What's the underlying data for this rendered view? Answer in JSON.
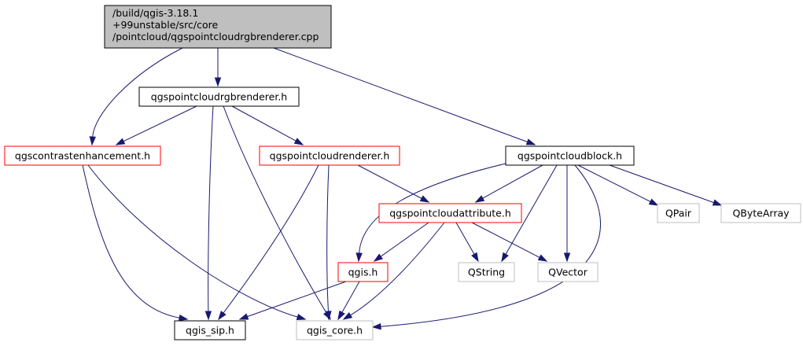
{
  "graph": {
    "title_lines": [
      "/build/qgis-3.18.1",
      "+99unstable/src/core",
      "/pointcloud/qgspointcloudrgbrenderer.cpp"
    ],
    "colors": {
      "edge": "#191970",
      "root_fill": "#bfbfbf",
      "root_stroke": "#000000",
      "normal_stroke": "#000000",
      "red_stroke": "#ff0000",
      "grey_stroke": "#bfbfbf",
      "background": "#ffffff"
    },
    "nodes": [
      {
        "id": "root",
        "style": "root",
        "lines": [
          "/build/qgis-3.18.1",
          "+99unstable/src/core",
          "/pointcloud/qgspointcloudrgbrenderer.cpp"
        ]
      },
      {
        "id": "rgbrenderer",
        "style": "normal",
        "lines": [
          "qgspointcloudrgbrenderer.h"
        ]
      },
      {
        "id": "contrast",
        "style": "red",
        "lines": [
          "qgscontrastenhancement.h"
        ]
      },
      {
        "id": "renderer",
        "style": "red",
        "lines": [
          "qgspointcloudrenderer.h"
        ]
      },
      {
        "id": "block",
        "style": "normal",
        "lines": [
          "qgspointcloudblock.h"
        ]
      },
      {
        "id": "attribute",
        "style": "red",
        "lines": [
          "qgspointcloudattribute.h"
        ]
      },
      {
        "id": "qgis",
        "style": "red",
        "lines": [
          "qgis.h"
        ]
      },
      {
        "id": "qpair",
        "style": "grey",
        "lines": [
          "QPair"
        ]
      },
      {
        "id": "qbytearray",
        "style": "grey",
        "lines": [
          "QByteArray"
        ]
      },
      {
        "id": "qstring",
        "style": "grey",
        "lines": [
          "QString"
        ]
      },
      {
        "id": "qvector",
        "style": "grey",
        "lines": [
          "QVector"
        ]
      },
      {
        "id": "qgis_sip",
        "style": "normal",
        "lines": [
          "qgis_sip.h"
        ]
      },
      {
        "id": "qgis_core",
        "style": "grey",
        "lines": [
          "qgis_core.h"
        ]
      }
    ],
    "edges": [
      {
        "from": "root",
        "to": "rgbrenderer"
      },
      {
        "from": "root",
        "to": "contrast"
      },
      {
        "from": "root",
        "to": "block"
      },
      {
        "from": "rgbrenderer",
        "to": "contrast"
      },
      {
        "from": "rgbrenderer",
        "to": "renderer"
      },
      {
        "from": "rgbrenderer",
        "to": "qgis_sip"
      },
      {
        "from": "rgbrenderer",
        "to": "qgis_core"
      },
      {
        "from": "contrast",
        "to": "qgis_sip"
      },
      {
        "from": "contrast",
        "to": "qgis_core"
      },
      {
        "from": "renderer",
        "to": "attribute"
      },
      {
        "from": "renderer",
        "to": "qgis_sip"
      },
      {
        "from": "renderer",
        "to": "qgis_core"
      },
      {
        "from": "block",
        "to": "attribute"
      },
      {
        "from": "block",
        "to": "qgis"
      },
      {
        "from": "block",
        "to": "qstring"
      },
      {
        "from": "block",
        "to": "qvector"
      },
      {
        "from": "block",
        "to": "qgis_core"
      },
      {
        "from": "block",
        "to": "qpair"
      },
      {
        "from": "block",
        "to": "qbytearray"
      },
      {
        "from": "attribute",
        "to": "qgis"
      },
      {
        "from": "attribute",
        "to": "qstring"
      },
      {
        "from": "attribute",
        "to": "qvector"
      },
      {
        "from": "attribute",
        "to": "qgis_core"
      },
      {
        "from": "qgis",
        "to": "qgis_sip"
      },
      {
        "from": "qgis",
        "to": "qgis_core"
      }
    ]
  }
}
